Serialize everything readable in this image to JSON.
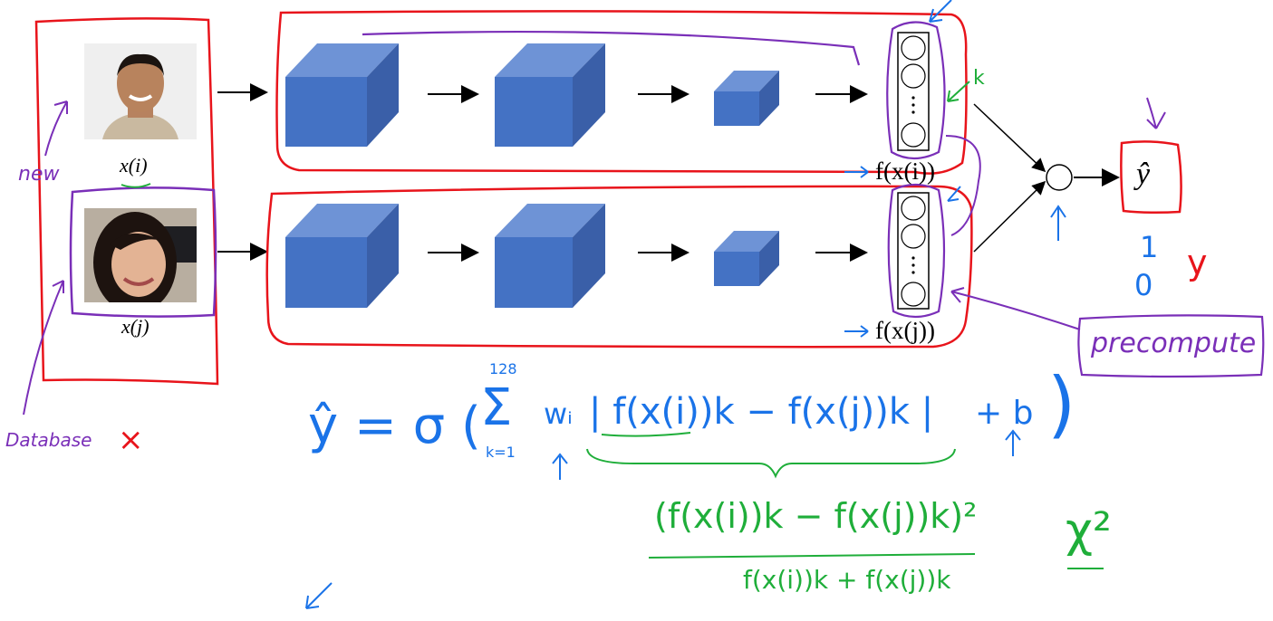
{
  "colors": {
    "red_ink": "#e8141b",
    "purple_ink": "#7a2fb8",
    "green_ink": "#1fae3a",
    "blue_ink": "#1a73e8",
    "cube_front": "#4472c4",
    "cube_top": "#6e93d6",
    "cube_side": "#3a5fa8"
  },
  "inputs": {
    "top_label": "x(i)",
    "bottom_label": "x(j)"
  },
  "encodings": {
    "top_label": "f(x(i))",
    "bottom_label": "f(x(j))",
    "k_label": "k"
  },
  "output": {
    "label": "ŷ",
    "value_one": "1",
    "value_zero": "0",
    "y_label": "y"
  },
  "annotations": {
    "new": "new",
    "database": "Database",
    "database_mark": "×",
    "precompute": "precompute"
  },
  "formula": {
    "lhs": "ŷ = σ (",
    "sum_top": "128",
    "sum_symbol": "Σ",
    "sum_bottom": "k=1",
    "weight": "wᵢ",
    "term": "| f(x(i))k − f(x(j))k |",
    "bias": "+ b",
    "close": ")",
    "chi_numerator": "(f(x(i))k − f(x(j))k)²",
    "chi_denominator": "f(x(i))k + f(x(j))k",
    "chi_symbol": "χ²"
  },
  "icons": [
    "input-face-top",
    "input-face-bottom",
    "cube-icon",
    "arrow-icon",
    "node-circle-icon"
  ]
}
